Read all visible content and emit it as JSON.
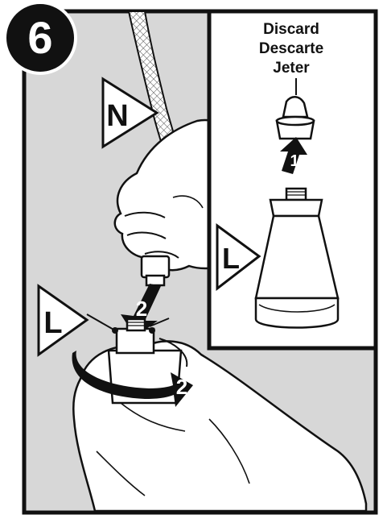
{
  "step": {
    "number": "6"
  },
  "labels": {
    "hose_connector": "N",
    "filter_cartridge_main": "L",
    "filter_cartridge_inset": "L"
  },
  "inset": {
    "discard_lines": [
      "Discard",
      "Descarte",
      "Jeter"
    ]
  },
  "arrows": {
    "remove_cap_step": "1",
    "attach_step": "2",
    "twist_step": "2"
  },
  "colors": {
    "panel_fill": "#d7d7d7",
    "ink": "#111111",
    "paper": "#ffffff"
  }
}
